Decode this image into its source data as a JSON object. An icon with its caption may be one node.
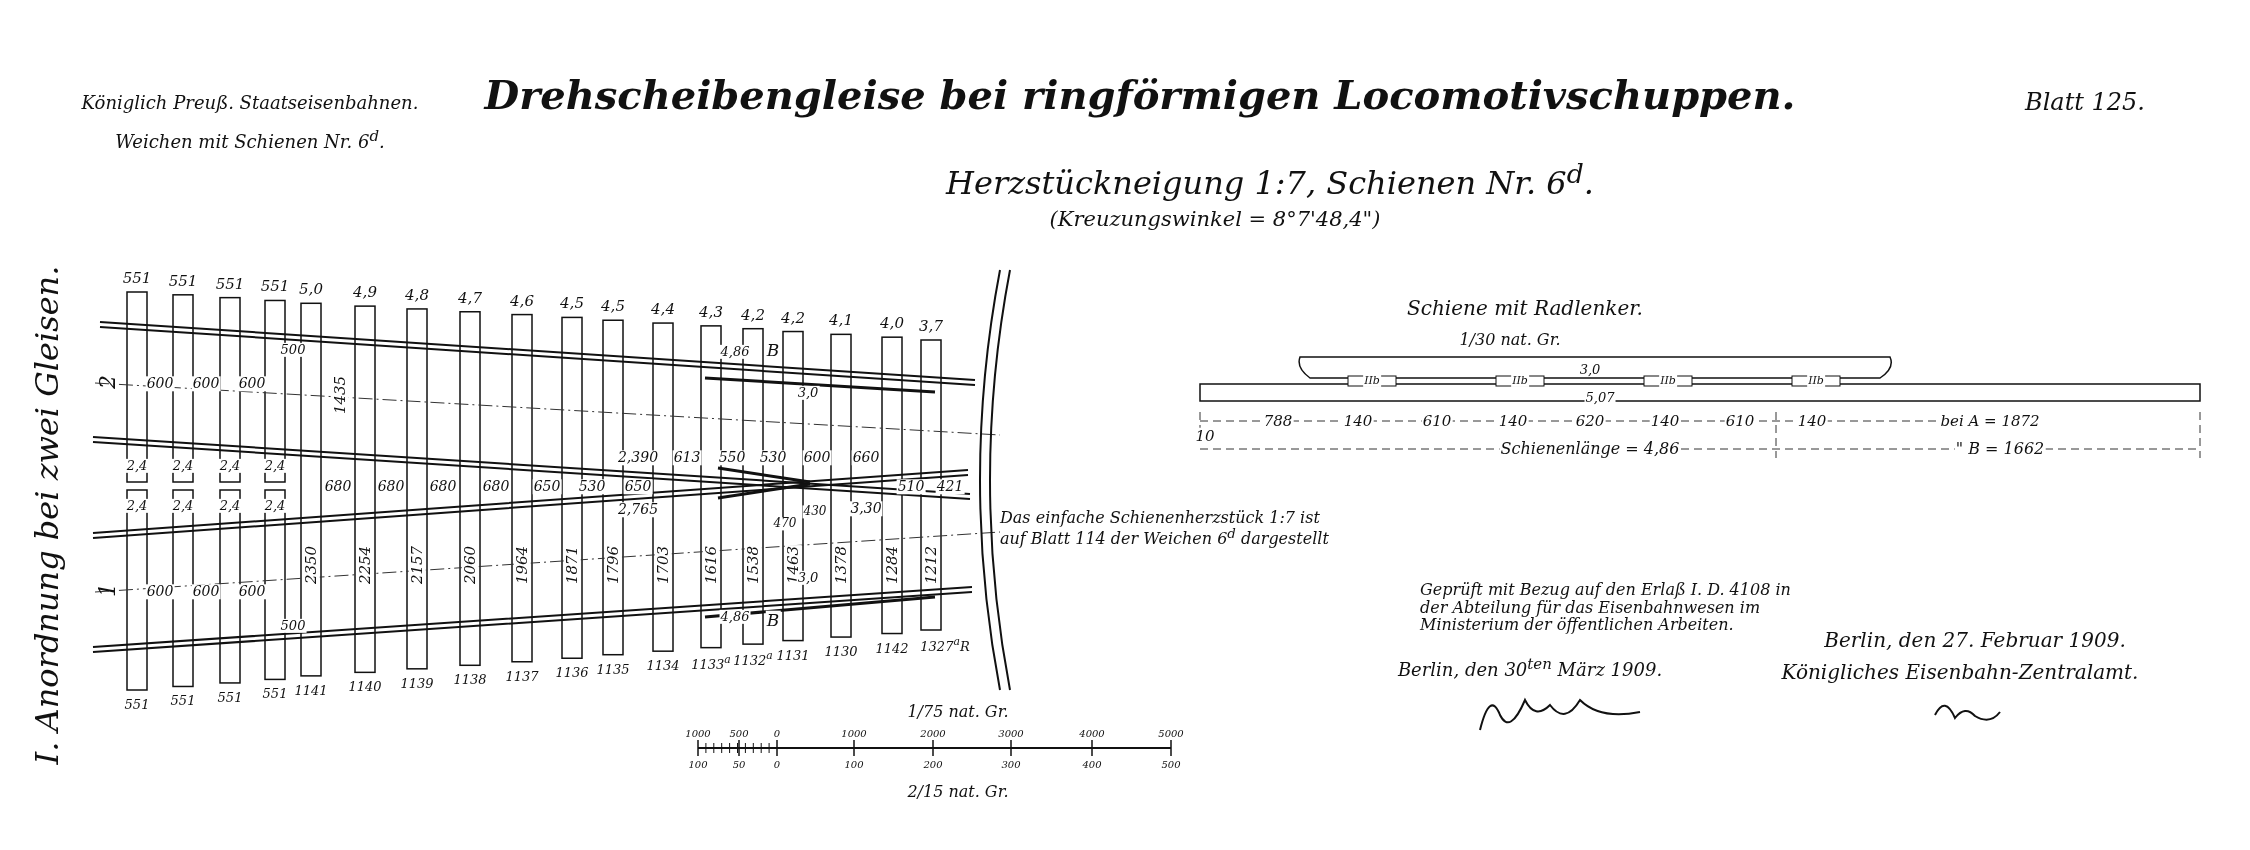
{
  "diagram": {
    "title": "Drehscheibengleise bei ringförmigen Locomotivschuppen.",
    "labels": [
      "Königlich Preuß. Staatseisenbahnen.",
      "Weichen mit Schienen Nr. 6$^{d}$.",
      "Blatt 125.",
      "Herzstückneigung 1:7, Schienen Nr. 6$^{d}$.",
      "(Kreuzungswinkel = 8°7'48,4\")",
      "I. Anordnung bei zwei Gleisen.",
      "2",
      "1",
      "551",
      "551",
      "551",
      "551",
      "5,0",
      "4,9",
      "4,8",
      "4,7",
      "4,6",
      "4,5",
      "4,5",
      "4,4",
      "4,3",
      "4,2",
      "4,2",
      "4,1",
      "4,0",
      "3,7",
      "551",
      "551",
      "551",
      "551",
      "1141",
      "1140",
      "1139",
      "1138",
      "1137",
      "1136",
      "1135",
      "1134",
      "1133$^{a}$",
      "1132$^{a}$",
      "1131",
      "1130",
      "1142",
      "1327$^{a}$R",
      "2,4",
      "2,4",
      "2,4",
      "2,4",
      "2,4",
      "2,4",
      "2,4",
      "2,4",
      "500",
      "600",
      "600",
      "600",
      "1435",
      "4,86",
      "B",
      "3,0",
      "2,390",
      "613",
      "550",
      "530",
      "600",
      "660",
      "680",
      "680",
      "680",
      "680",
      "650",
      "530",
      "650",
      "510",
      "421",
      "2,765",
      "470",
      "430",
      "3,30",
      "2350",
      "2254",
      "2157",
      "2060",
      "1964",
      "1871",
      "1796",
      "1703",
      "1616",
      "1538",
      "1463",
      "1378",
      "1284",
      "1212",
      "3,0",
      "600",
      "600",
      "600",
      "500",
      "4,86",
      "B",
      "Das einfache Schienenherzstück 1:7 ist auf Blatt 114 der Weichen 6$^{d}$ dargestellt",
      "Schiene mit Radlenker.",
      "1/30 nat. Gr.",
      "3,0",
      "IIb",
      "IIb",
      "IIb",
      "IIb",
      "5,07",
      "10",
      "788",
      "140",
      "610",
      "140",
      "620",
      "140",
      "610",
      "140",
      "bei A = 1872",
      "Schienenlänge = 4,86",
      "\" B = 1662",
      "Geprüft mit Bezug auf den Erlaß I. D. 4108 in der Abteilung für das Eisenbahnwesen im Ministerium der öffentlichen Arbeiten.",
      "Berlin, den 30$^{ten}$ März 1909.",
      "Berlin, den 27. Februar 1909.",
      "Königliches Eisenbahn-Zentralamt.",
      "1/75 nat. Gr.",
      "1000",
      "500",
      "0",
      "1000",
      "2000",
      "3000",
      "4000",
      "5000",
      "100",
      "50",
      "0",
      "100",
      "200",
      "300",
      "400",
      "500",
      "2/15 nat. Gr."
    ]
  }
}
